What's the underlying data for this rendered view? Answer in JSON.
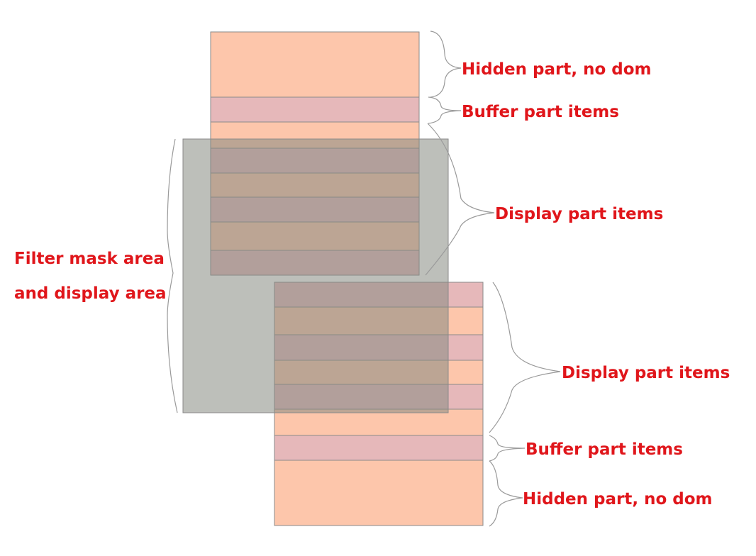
{
  "colors": {
    "hidden_fill": "#fdc6ab",
    "buffer_fill": "#e6b8ba",
    "mask_fill": "#868a82",
    "stroke": "#8a8a8a",
    "brace": "#9a9a9a",
    "label": "#e0161b"
  },
  "top_list": {
    "segments": [
      {
        "kind": "hidden"
      },
      {
        "kind": "buffer"
      },
      {
        "kind": "hidden"
      },
      {
        "kind": "buffer"
      },
      {
        "kind": "hidden"
      },
      {
        "kind": "buffer"
      },
      {
        "kind": "hidden"
      },
      {
        "kind": "buffer"
      }
    ]
  },
  "bottom_list": {
    "segments": [
      {
        "kind": "buffer"
      },
      {
        "kind": "hidden"
      },
      {
        "kind": "buffer"
      },
      {
        "kind": "hidden"
      },
      {
        "kind": "buffer"
      },
      {
        "kind": "hidden"
      },
      {
        "kind": "buffer"
      },
      {
        "kind": "hidden"
      }
    ]
  },
  "labels": {
    "top_hidden": "Hidden part, no dom",
    "top_buffer": "Buffer part items",
    "top_display": "Display part items",
    "filter_line1": "Filter mask area",
    "filter_line2": "and display area",
    "bottom_display": "Display part items",
    "bottom_buffer": "Buffer part items",
    "bottom_hidden": "Hidden part, no dom"
  }
}
